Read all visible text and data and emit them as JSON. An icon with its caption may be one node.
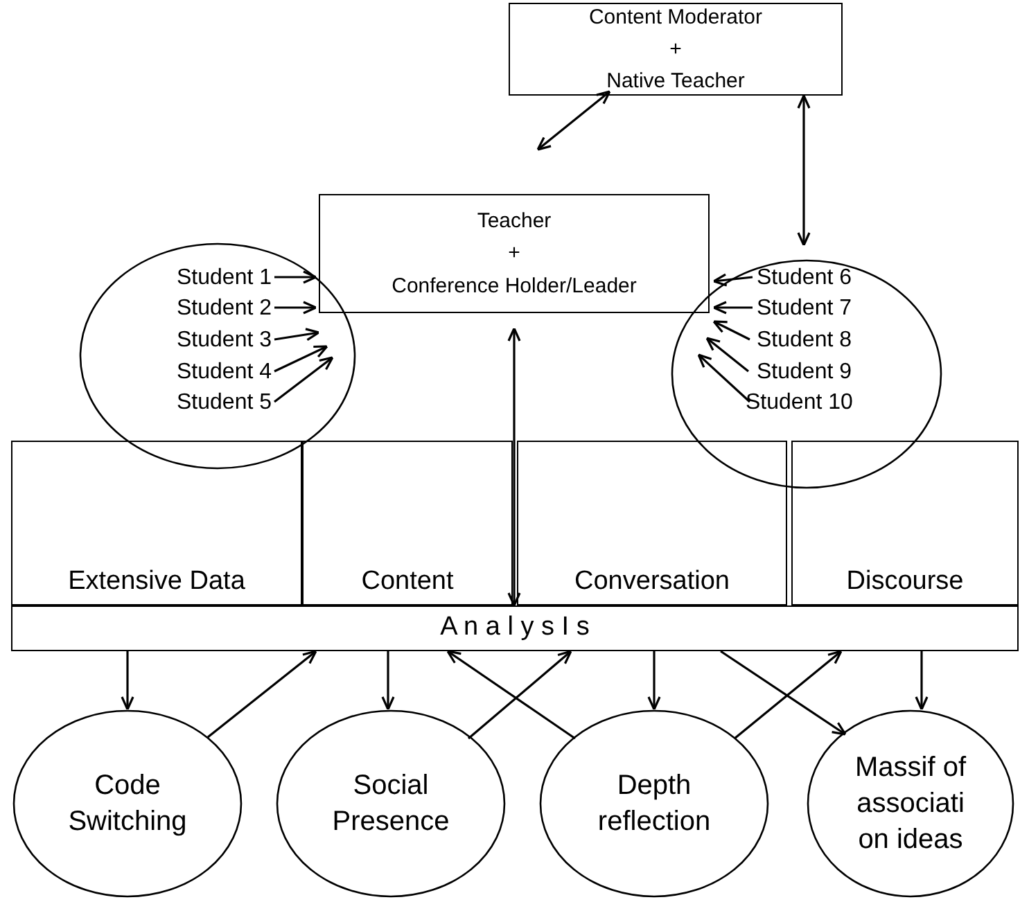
{
  "diagram": {
    "nodes": [
      {
        "text": [
          "Content Moderator",
          "+",
          "Native Teacher"
        ]
      },
      {
        "text": [
          "Teacher",
          "+",
          "Conference Holder/Leader"
        ]
      },
      {
        "text": [],
        "shape": "circle"
      },
      {
        "text": [
          "Student 1"
        ],
        "in": 2
      },
      {
        "text": [
          "Student 2"
        ],
        "in": 2
      },
      {
        "text": [
          "Student 3"
        ],
        "in": 2
      },
      {
        "text": [
          "Student 4"
        ],
        "in": 2
      },
      {
        "text": [
          "Student 5"
        ],
        "in": 2
      },
      {
        "text": [],
        "shape": "circle"
      },
      {
        "text": [
          "Student 6"
        ],
        "in": 8
      },
      {
        "text": [
          "Student 7"
        ],
        "in": 8
      },
      {
        "text": [
          "Student 8"
        ],
        "in": 8
      },
      {
        "text": [
          "Student 9"
        ],
        "in": 8
      },
      {
        "text": [
          "Student 10"
        ],
        "in": 8
      },
      {
        "text": [
          "Extensive Data"
        ]
      },
      {
        "text": [
          "Content"
        ]
      },
      {
        "text": [
          "Conversation"
        ]
      },
      {
        "text": [
          "Discourse"
        ]
      },
      {
        "text": [
          "A n a l y s I s"
        ]
      },
      {
        "text": [
          "Code Switching"
        ]
      },
      {
        "text": [
          "Social Presence"
        ]
      },
      {
        "text": [
          "Depth reflection"
        ]
      },
      {
        "text": [
          "Massif of associati on ideas"
        ]
      }
    ],
    "edges": [
      {
        "from": 0,
        "to": 1,
        "arrow": "both"
      },
      {
        "from": 0,
        "to": 8,
        "arrow": "both"
      },
      {
        "from": 3,
        "to": 1,
        "arrow": "to"
      },
      {
        "from": 4,
        "to": 1,
        "arrow": "to"
      },
      {
        "from": 5,
        "to": 1,
        "arrow": "to"
      },
      {
        "from": 6,
        "to": 1,
        "arrow": "to"
      },
      {
        "from": 7,
        "to": 1,
        "arrow": "to"
      },
      {
        "from": 9,
        "to": 1,
        "arrow": "to"
      },
      {
        "from": 10,
        "to": 1,
        "arrow": "to"
      },
      {
        "from": 11,
        "to": 1,
        "arrow": "to"
      },
      {
        "from": 12,
        "to": 1,
        "arrow": "to"
      },
      {
        "from": 13,
        "to": 1,
        "arrow": "to"
      },
      {
        "from": 1,
        "to": 18,
        "arrow": "both"
      },
      {
        "from": 18,
        "to": 19,
        "arrow": "to"
      },
      {
        "from": 19,
        "to": 18,
        "arrow": "to"
      },
      {
        "from": 18,
        "to": 20,
        "arrow": "to"
      },
      {
        "from": 20,
        "to": 18,
        "arrow": "to"
      },
      {
        "from": 21,
        "to": 18,
        "arrow": "to"
      },
      {
        "from": 18,
        "to": 21,
        "arrow": "to"
      },
      {
        "from": 21,
        "to": 18,
        "arrow": "to"
      },
      {
        "from": 18,
        "to": 22,
        "arrow": "to"
      },
      {
        "from": 18,
        "to": 22,
        "arrow": "to"
      }
    ]
  }
}
